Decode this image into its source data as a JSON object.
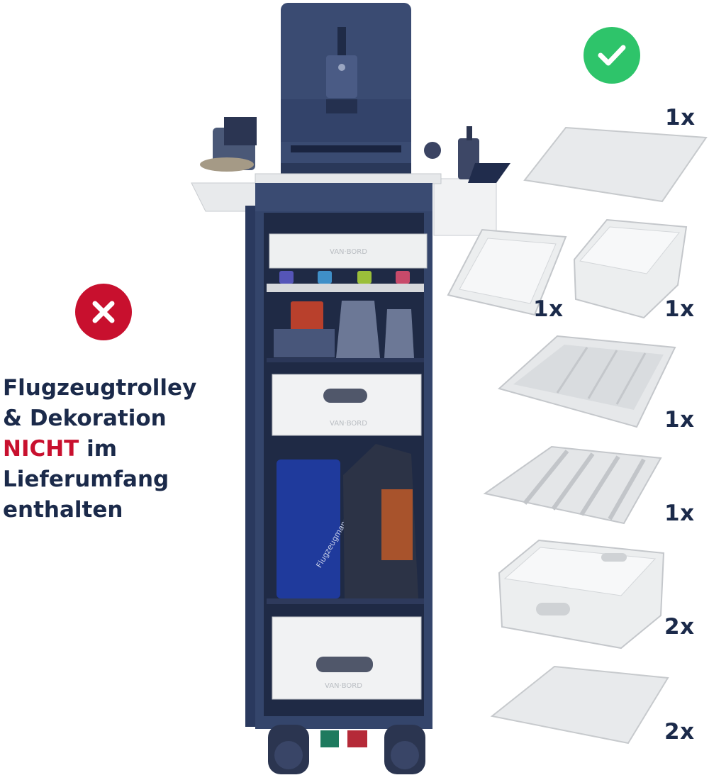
{
  "badges": {
    "check_color": "#2ec46a",
    "cross_color": "#c8102e",
    "check_icon": "check-icon",
    "cross_icon": "cross-icon"
  },
  "notice": {
    "line1": "Flugzeugtrolley",
    "line2": "& Dekoration",
    "highlight": "NICHT",
    "line3_rest": " im",
    "line4": "Lieferumfang",
    "line5": "enthalten"
  },
  "brand": {
    "drawer_label": "VAN·BORD",
    "tin_label": "Flugzeugmanufaktur"
  },
  "items": [
    {
      "name": "tray-plate",
      "qty": "1x"
    },
    {
      "name": "shallow-tray",
      "qty": "1x"
    },
    {
      "name": "deep-tray",
      "qty": "1x"
    },
    {
      "name": "cutlery-insert",
      "qty": "1x"
    },
    {
      "name": "ribbed-mat",
      "qty": "1x"
    },
    {
      "name": "drawer",
      "qty": "2x"
    },
    {
      "name": "base-plate",
      "qty": "2x"
    }
  ],
  "colors": {
    "trolley": "#34456b",
    "trolley_dark": "#26355a",
    "text": "#1b2a4a",
    "white_part": "#eceeef"
  }
}
